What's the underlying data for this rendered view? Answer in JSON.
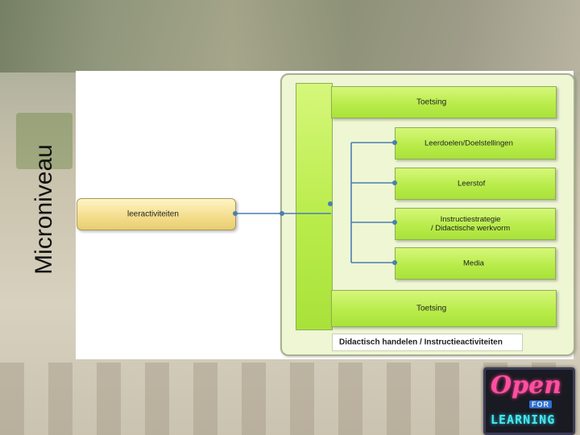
{
  "slide": {
    "title": "Microniveau"
  },
  "diagram": {
    "left_node": "leeractiviteiten",
    "top_band": "Toetsing",
    "bottom_band": "Toetsing",
    "boxes": [
      {
        "label": "Leerdoelen/Doelstellingen"
      },
      {
        "label": "Leerstof"
      },
      {
        "label_line1": "Instructiestrategie",
        "label_line2": "/ Didactische werkvorm"
      },
      {
        "label": "Media"
      }
    ],
    "caption": "Didactisch handelen / Instructieactiviteiten"
  },
  "logo": {
    "word1": "Open",
    "word2": "FOR",
    "word3": "LEARNING"
  },
  "colors": {
    "lime": "#b9ec4b",
    "connector": "#4a7fb0",
    "left_node": "#f3dc8a"
  }
}
